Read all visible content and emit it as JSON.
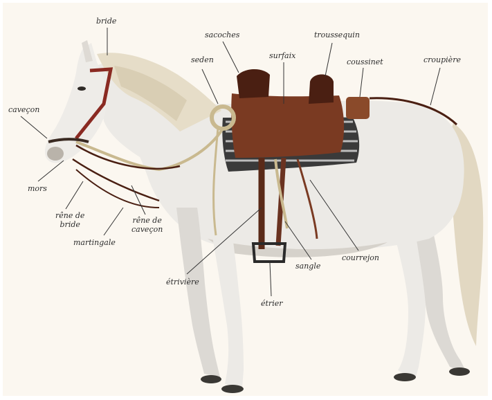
{
  "diagram": {
    "labels": {
      "bride": "bride",
      "sacoches": "sacoches",
      "troussequin": "troussequin",
      "seden": "seden",
      "surfaix": "surfaix",
      "coussinet": "coussinet",
      "croupiere": "croupière",
      "cavecon": "caveçon",
      "mors": "mors",
      "rene_de_bride_1": "rêne de",
      "rene_de_bride_2": "bride",
      "rene_de_cavecon_1": "rêne de",
      "rene_de_cavecon_2": "caveçon",
      "martingale": "martingale",
      "sangle": "sangle",
      "courrejon": "courrejon",
      "etriviere": "étrivière",
      "etrier": "étrier"
    },
    "colors": {
      "background": "#fbf7f0",
      "horse_body": "#eceae6",
      "horse_shade": "#cfcbc3",
      "mane": "#e6ddc8",
      "leather": "#7a3a22",
      "leather_dark": "#4a1f12",
      "bridle_red": "#8a2a22",
      "rope": "#c9b98f",
      "pad_check": "#3a3a3a",
      "hoof": "#3a3834",
      "leader": "#333333"
    }
  }
}
